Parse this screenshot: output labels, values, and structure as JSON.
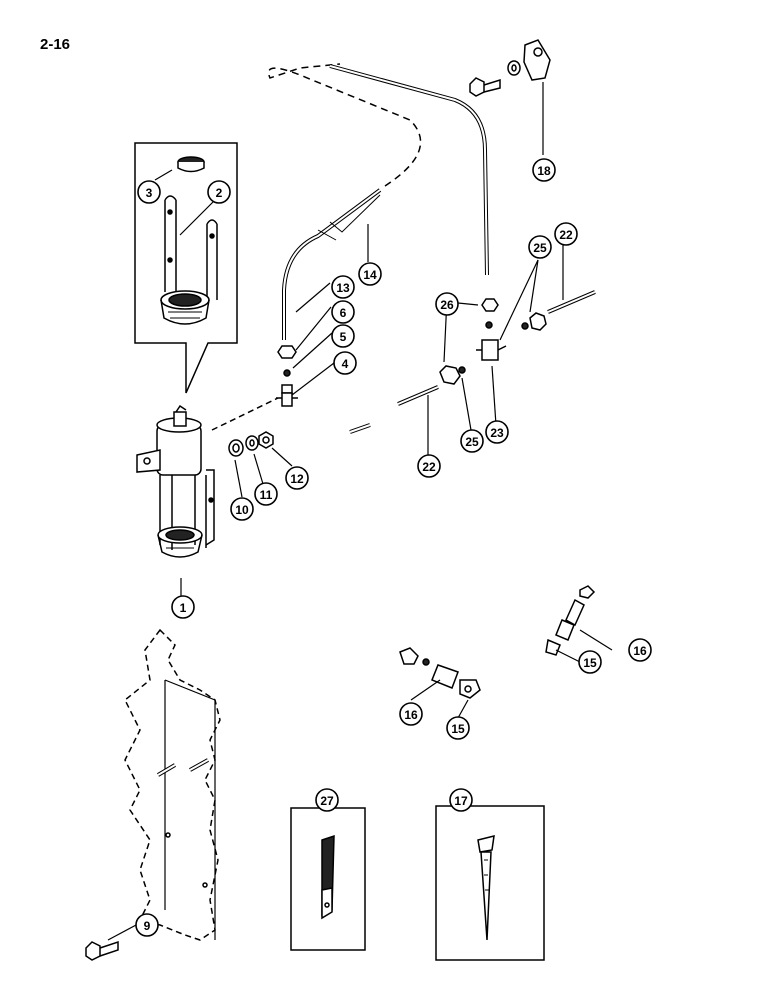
{
  "page_number": "2-16",
  "callouts": [
    {
      "id": "c1",
      "label": "1"
    },
    {
      "id": "c2",
      "label": "2"
    },
    {
      "id": "c3",
      "label": "3"
    },
    {
      "id": "c4",
      "label": "4"
    },
    {
      "id": "c5",
      "label": "5"
    },
    {
      "id": "c6",
      "label": "6"
    },
    {
      "id": "c9",
      "label": "9"
    },
    {
      "id": "c10",
      "label": "10"
    },
    {
      "id": "c11",
      "label": "11"
    },
    {
      "id": "c12",
      "label": "12"
    },
    {
      "id": "c13",
      "label": "13"
    },
    {
      "id": "c14",
      "label": "14"
    },
    {
      "id": "c15a",
      "label": "15"
    },
    {
      "id": "c15b",
      "label": "15"
    },
    {
      "id": "c16a",
      "label": "16"
    },
    {
      "id": "c16b",
      "label": "16"
    },
    {
      "id": "c17",
      "label": "17"
    },
    {
      "id": "c18",
      "label": "18"
    },
    {
      "id": "c22a",
      "label": "22"
    },
    {
      "id": "c22b",
      "label": "22"
    },
    {
      "id": "c23",
      "label": "23"
    },
    {
      "id": "c25a",
      "label": "25"
    },
    {
      "id": "c25b",
      "label": "25"
    },
    {
      "id": "c26",
      "label": "26"
    },
    {
      "id": "c27",
      "label": "27"
    }
  ]
}
